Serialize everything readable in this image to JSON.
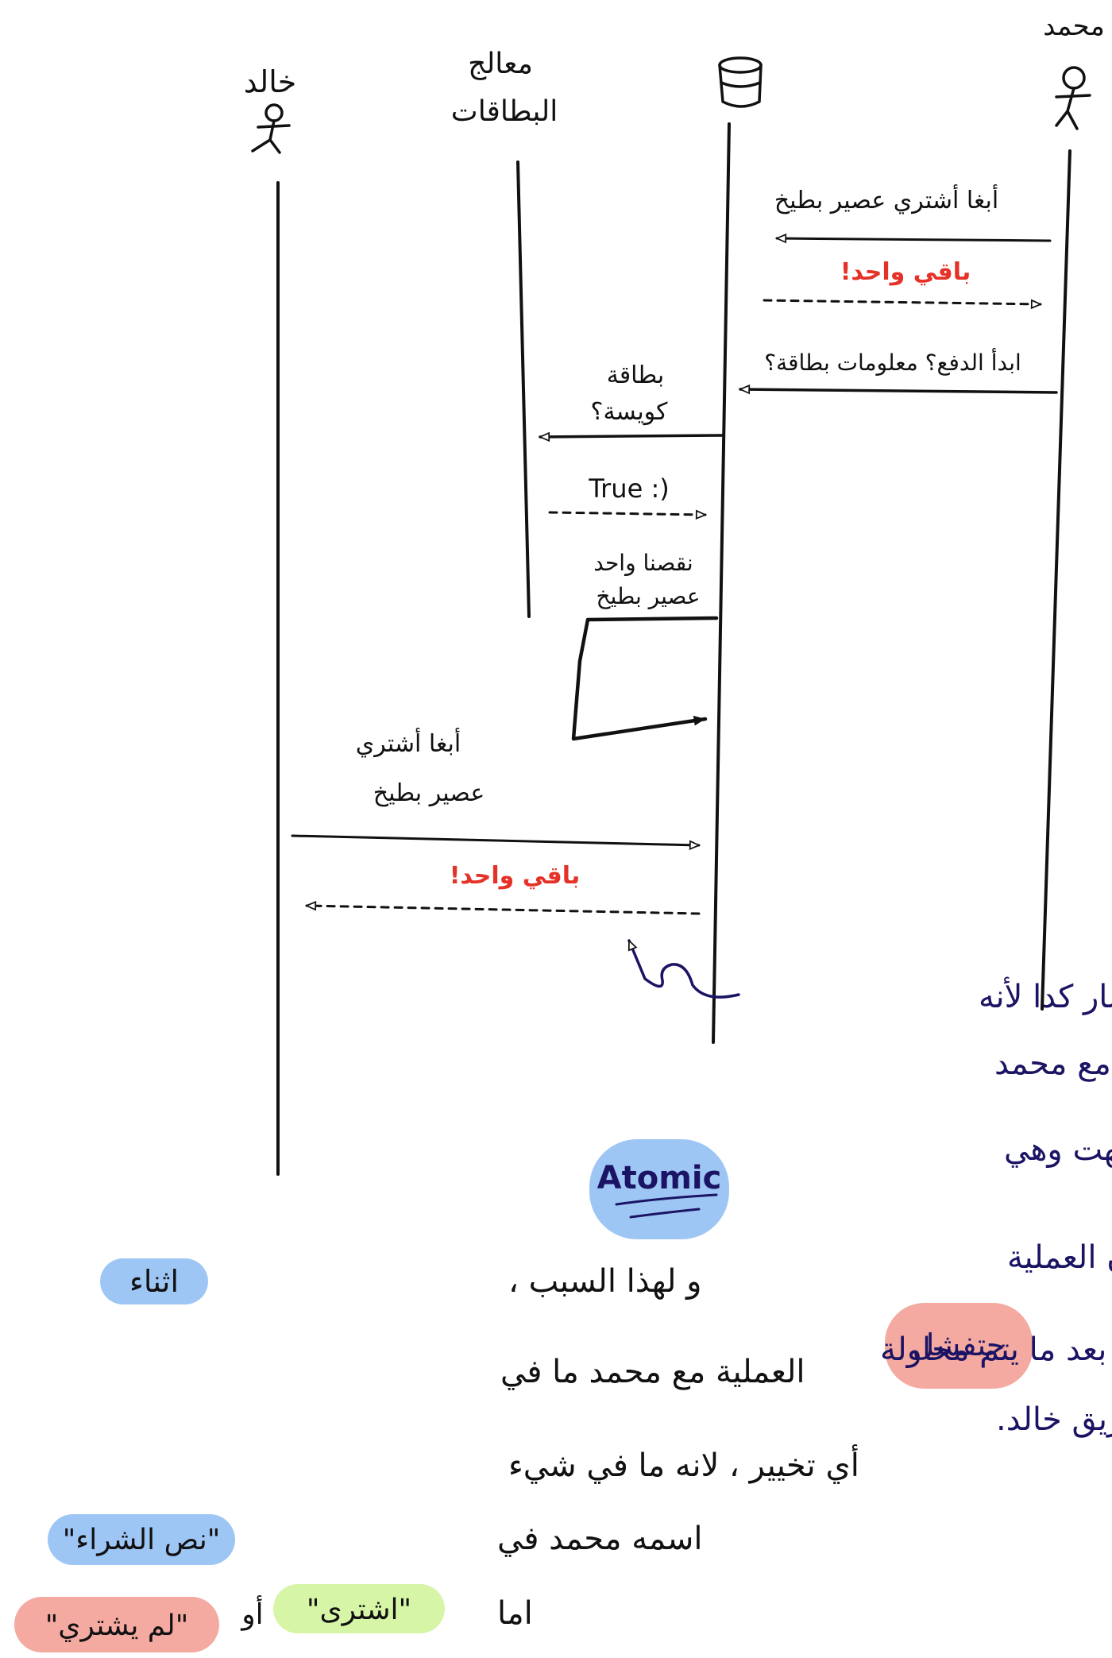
{
  "participants": {
    "mohamed": "محمد",
    "database_icon": "database-icon",
    "card_processor_line1": "معالج",
    "card_processor_line2": "البطاقات",
    "khaled": "خالد"
  },
  "messages": {
    "m1": "أبغا أشتري عصير بطيخ",
    "r1": "باقي واحد!",
    "m2": "ابدأ الدفع؟ معلومات بطاقة؟",
    "m3_line1": "بطاقة",
    "m3_line2": "كويسة؟",
    "r3": "True :)",
    "m4_line1": "نقصنا واحد",
    "m4_line2": "عصير بطيخ",
    "m5_line1": "أبغا أشتري",
    "m5_line2": "عصير بطيخ",
    "r5": "باقي واحد!"
  },
  "note_right": {
    "line1": "صار كدا لأنه",
    "line2": "العملية مع محمد",
    "line3": "ما أنتهت وهي",
    "badge_atomic": "Atomic",
    "line4": "اللي بيصير هو ان العملية",
    "badge_fail": "حتفشل",
    "line5": "بعد ما يتم محاولة",
    "line6": "الشراء عن طريق خالد."
  },
  "note_left": {
    "line1": "و لهذا السبب ، ",
    "badge_during": "اثناء",
    "line2": "العملية مع محمد ما في",
    "line3": "أي تخيير ، لانه ما في شيء",
    "line4": "اسمه محمد في ",
    "badge_purchase_process": "\"نص الشراء\"",
    "line5_prefix": "اما ",
    "badge_bought": "\"اشترى\"",
    "line5_or": " أو ",
    "badge_not_bought": "\"لم يشتري\""
  },
  "colors": {
    "ink": "#111111",
    "red_ink": "#e53228",
    "navy_ink": "#1b1464",
    "highlight_blue": "#9ec6f5",
    "highlight_red": "#f4a9a1",
    "highlight_green": "#d6f5a6"
  }
}
